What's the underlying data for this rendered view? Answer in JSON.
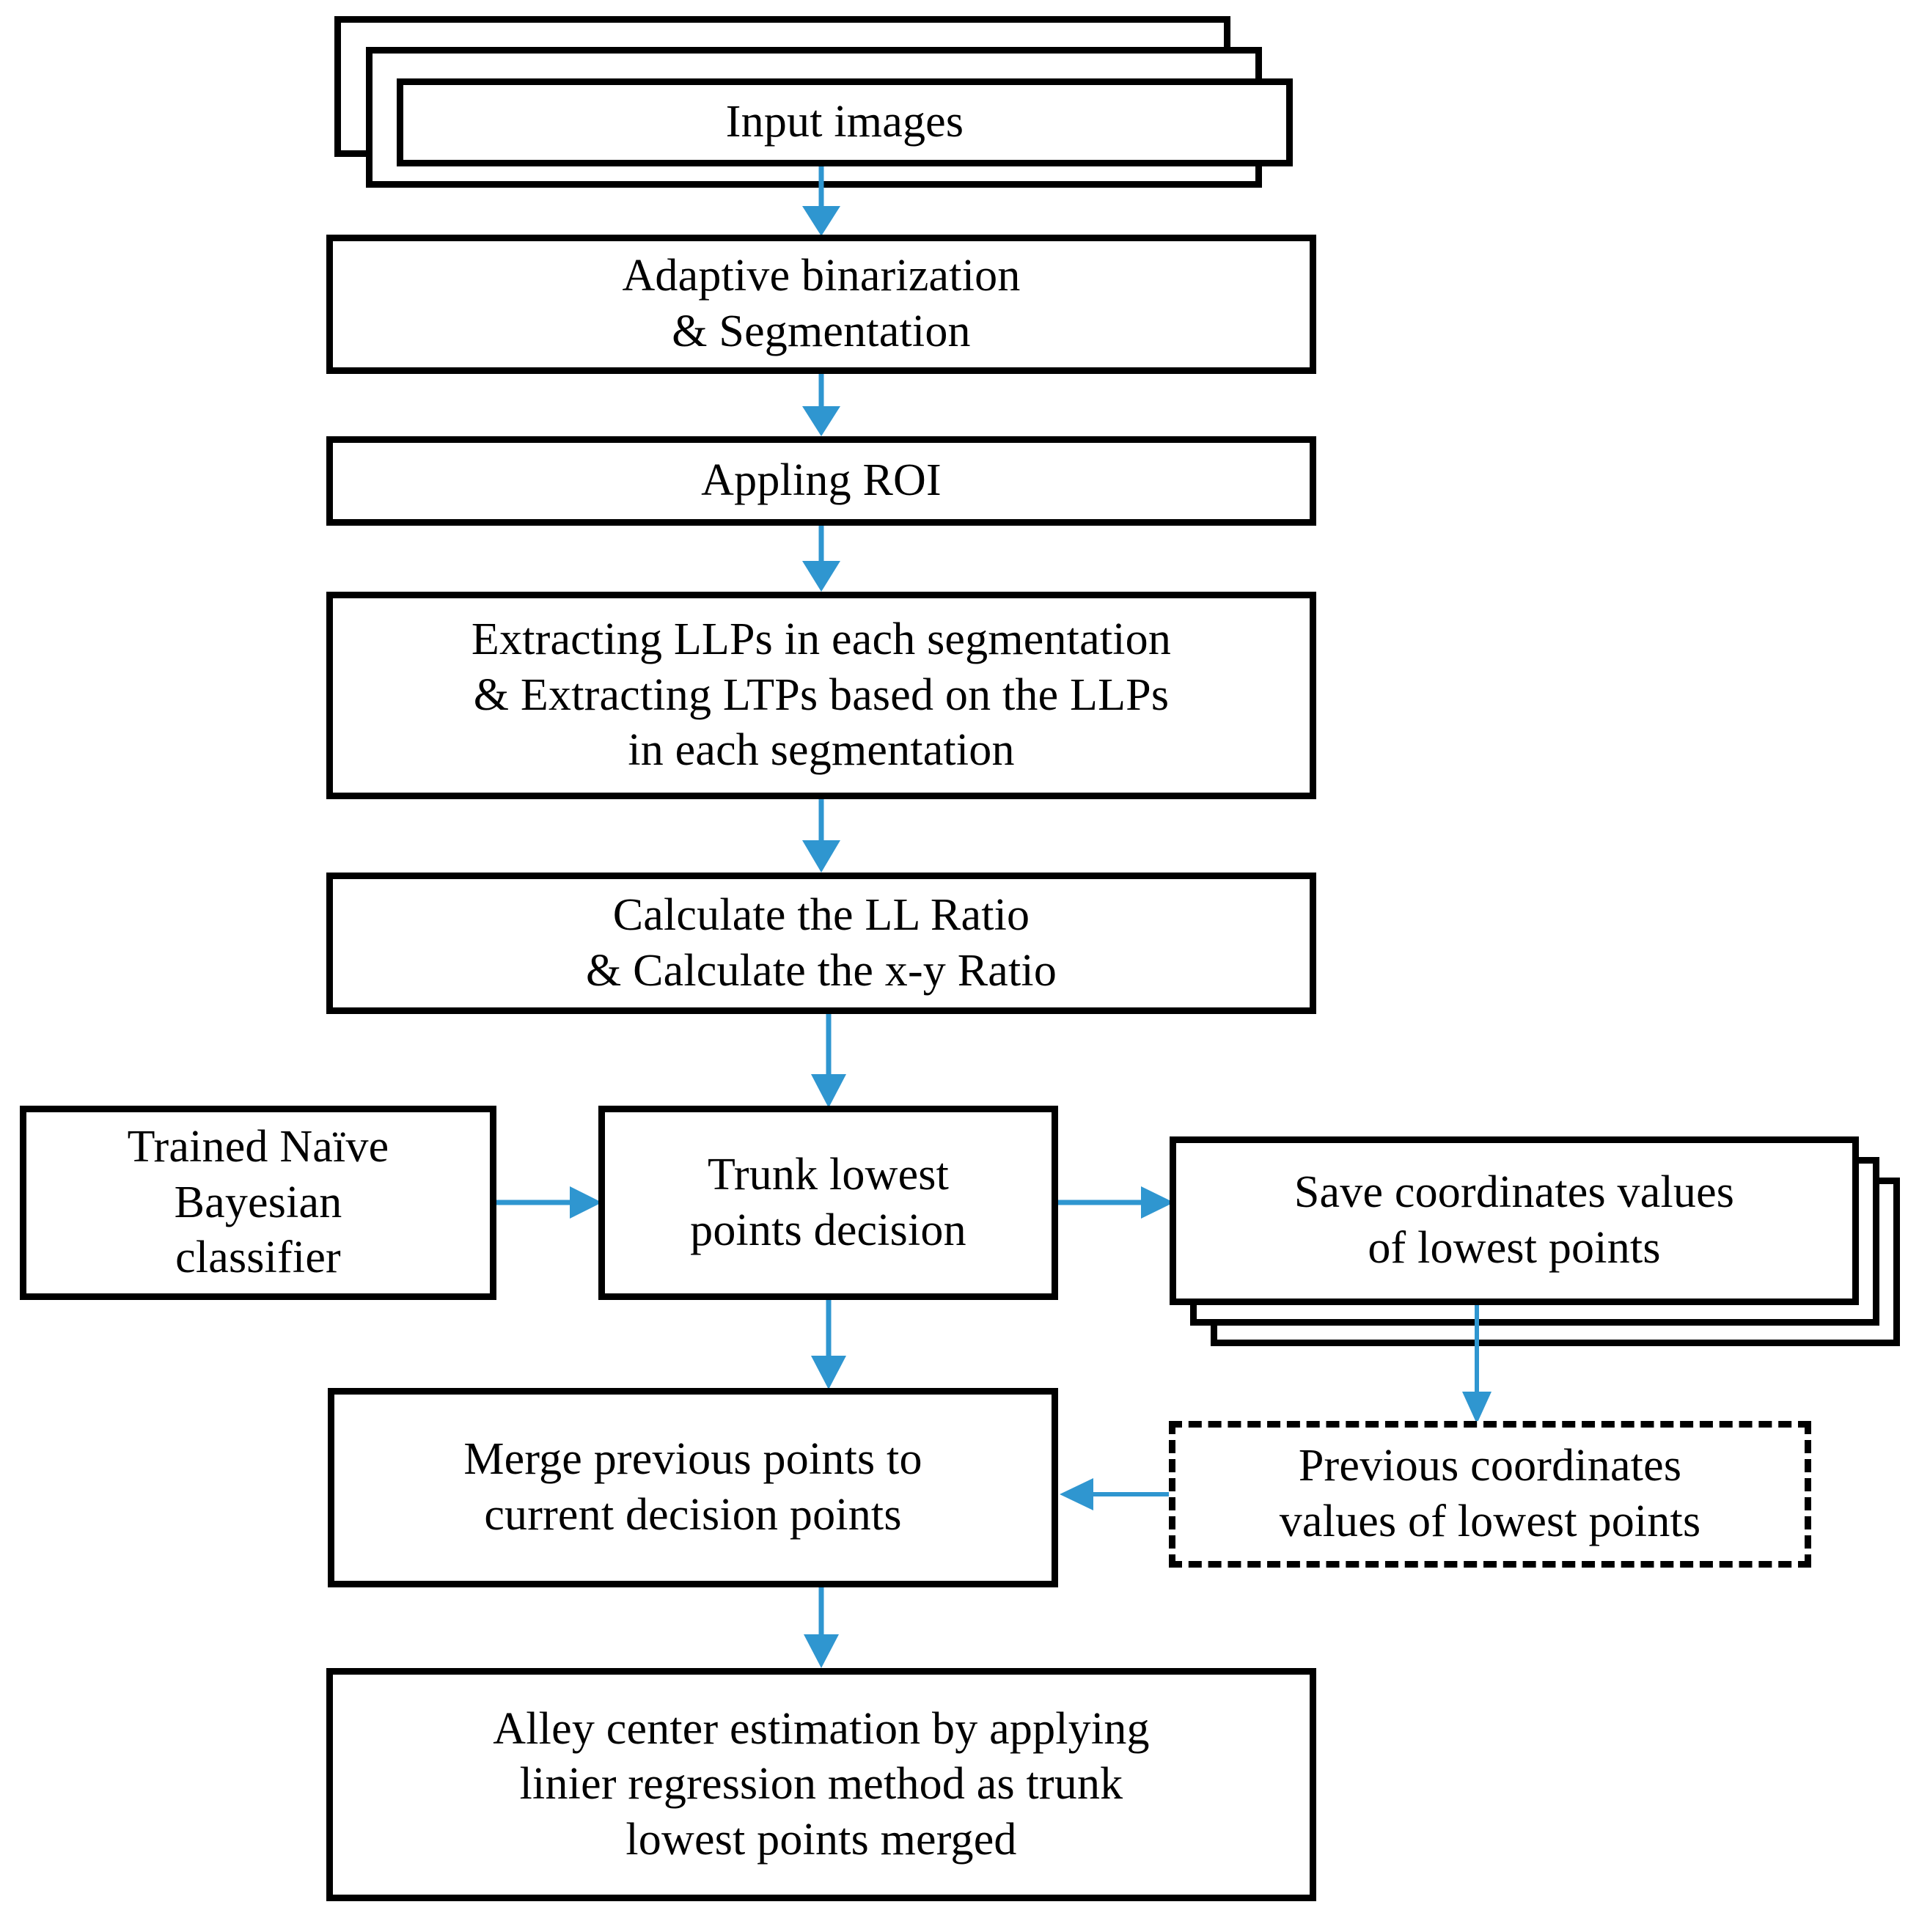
{
  "diagram": {
    "type": "flowchart",
    "title": "",
    "accent_color": "#2F96D0",
    "line_color": "#000000",
    "background_color": "#FFFFFF",
    "nodes": [
      {
        "id": "input-images",
        "label": "Input images",
        "shape": "stacked-document",
        "stack_count": 3
      },
      {
        "id": "adaptive-binarization",
        "label": "Adaptive binarization\n& Segmentation",
        "shape": "process"
      },
      {
        "id": "appling-roi",
        "label": "Appling ROI",
        "shape": "process"
      },
      {
        "id": "extracting-llps",
        "label": "Extracting LLPs in each segmentation\n& Extracting LTPs based on the LLPs\nin each segmentation",
        "shape": "process"
      },
      {
        "id": "calculate-ratio",
        "label": "Calculate the LL Ratio\n& Calculate the x-y Ratio",
        "shape": "process"
      },
      {
        "id": "trained-classifier",
        "label": "Trained Naïve\nBayesian\nclassifier",
        "shape": "process"
      },
      {
        "id": "trunk-lowest-points",
        "label": "Trunk lowest\npoints decision",
        "shape": "process"
      },
      {
        "id": "save-coordinates",
        "label": "Save coordinates values\nof lowest points",
        "shape": "stacked-process",
        "stack_count": 3
      },
      {
        "id": "merge-points",
        "label": "Merge previous points to\ncurrent decision points",
        "shape": "process"
      },
      {
        "id": "previous-coordinates",
        "label": "Previous coordinates\nvalues of lowest points",
        "shape": "dashed-process"
      },
      {
        "id": "alley-center-estimation",
        "label": "Alley center estimation by applying\nlinier regression method as trunk\nlowest points merged",
        "shape": "process"
      }
    ],
    "edges": [
      {
        "from": "input-images",
        "to": "adaptive-binarization",
        "direction": "down"
      },
      {
        "from": "adaptive-binarization",
        "to": "appling-roi",
        "direction": "down"
      },
      {
        "from": "appling-roi",
        "to": "extracting-llps",
        "direction": "down"
      },
      {
        "from": "extracting-llps",
        "to": "calculate-ratio",
        "direction": "down"
      },
      {
        "from": "calculate-ratio",
        "to": "trunk-lowest-points",
        "direction": "down"
      },
      {
        "from": "trained-classifier",
        "to": "trunk-lowest-points",
        "direction": "right"
      },
      {
        "from": "trunk-lowest-points",
        "to": "save-coordinates",
        "direction": "right"
      },
      {
        "from": "trunk-lowest-points",
        "to": "merge-points",
        "direction": "down"
      },
      {
        "from": "save-coordinates",
        "to": "previous-coordinates",
        "direction": "down"
      },
      {
        "from": "previous-coordinates",
        "to": "merge-points",
        "direction": "left"
      },
      {
        "from": "merge-points",
        "to": "alley-center-estimation",
        "direction": "down"
      }
    ]
  }
}
